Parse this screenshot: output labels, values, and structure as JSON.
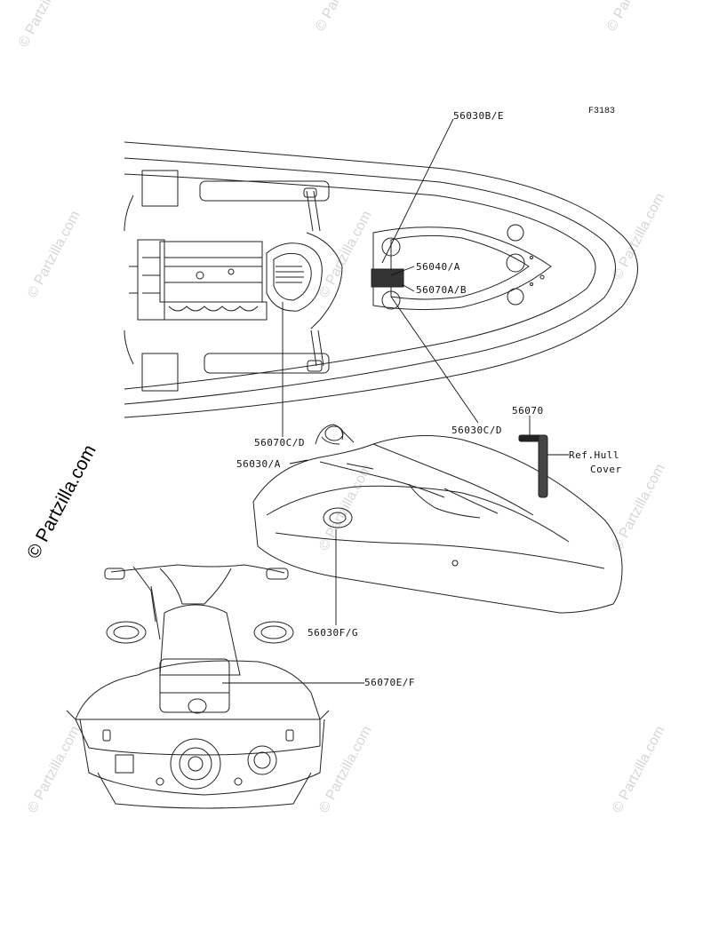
{
  "figure_code": "F3183",
  "watermark_main": "© Partzilla.com",
  "watermark_small": "© Partzilla.com",
  "callouts": {
    "c1": "56030B/E",
    "c2": "56040/A",
    "c3": "56070A/B",
    "c4": "56030C/D",
    "c5": "56070",
    "c6": "56070C/D",
    "c7": "56030/A",
    "c8": "Ref.Hull",
    "c9": "Cover",
    "c10": "56030F/G",
    "c11": "56070E/F"
  }
}
